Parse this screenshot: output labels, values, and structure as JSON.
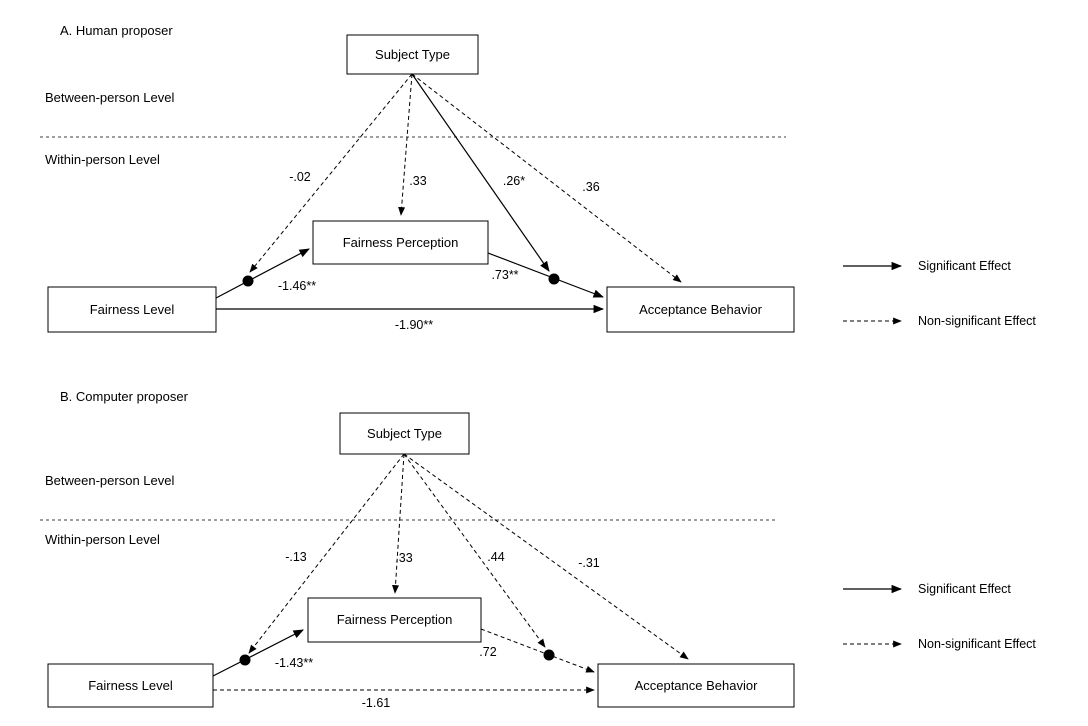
{
  "figure": {
    "background_color": "#ffffff",
    "line_color": "#000000",
    "panels": [
      {
        "title": "A. Human proposer",
        "between_level_label": "Between-person Level",
        "within_level_label": "Within-person Level",
        "boxes": {
          "subject_type": "Subject Type",
          "fairness_perception": "Fairness Perception",
          "fairness_level": "Fairness Level",
          "acceptance_behavior": "Acceptance Behavior"
        },
        "paths": {
          "subject_to_a_path": "-.02",
          "subject_to_perception": ".33",
          "subject_to_b_path": ".26*",
          "subject_to_behavior": ".36",
          "level_to_perception": "-1.46**",
          "perception_to_behavior": ".73**",
          "level_to_behavior": "-1.90**"
        },
        "legend": {
          "significant": "Significant Effect",
          "non_significant": "Non-significant Effect"
        }
      },
      {
        "title": "B. Computer proposer",
        "between_level_label": "Between-person Level",
        "within_level_label": "Within-person Level",
        "boxes": {
          "subject_type": "Subject Type",
          "fairness_perception": "Fairness Perception",
          "fairness_level": "Fairness Level",
          "acceptance_behavior": "Acceptance Behavior"
        },
        "paths": {
          "subject_to_a_path": "-.13",
          "subject_to_perception": ".33",
          "subject_to_b_path": ".44",
          "subject_to_behavior": "-.31",
          "level_to_perception": "-1.43**",
          "perception_to_behavior": ".72",
          "level_to_behavior": "-1.61"
        },
        "legend": {
          "significant": "Significant Effect",
          "non_significant": "Non-significant Effect"
        }
      }
    ]
  }
}
